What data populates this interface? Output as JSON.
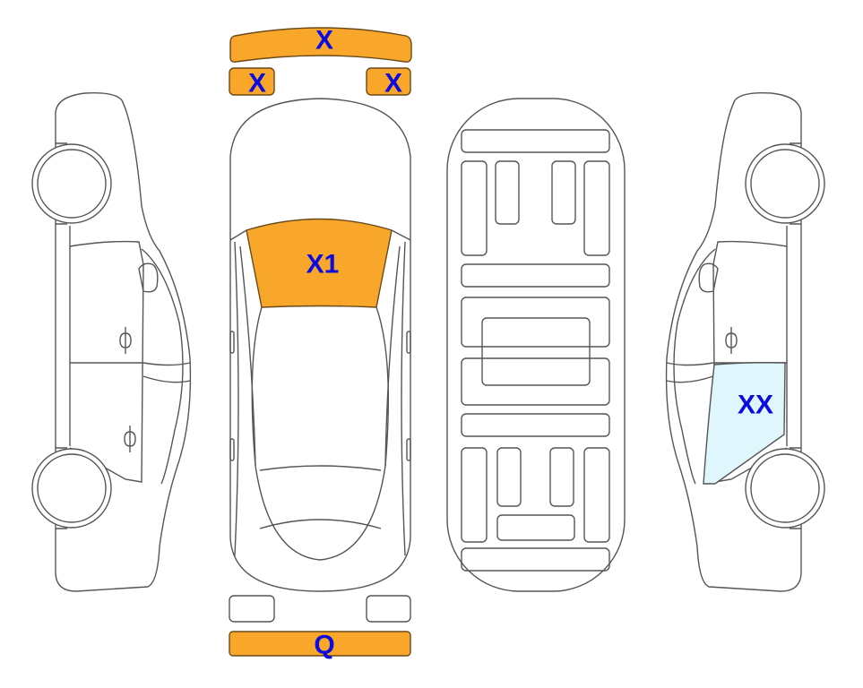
{
  "colors": {
    "damage_fill": "#F9A72B",
    "glass_fill": "#DFF6FD",
    "label_color": "#0B0BE0",
    "outline": "#555555"
  },
  "parts": {
    "front_bumper": {
      "label": "X",
      "state": "damaged"
    },
    "front_left_light": {
      "label": "X",
      "state": "damaged"
    },
    "front_right_light": {
      "label": "X",
      "state": "damaged"
    },
    "windshield": {
      "label": "X1",
      "state": "damaged"
    },
    "right_front_door_glass": {
      "label": "XX",
      "state": "selected"
    },
    "rear_bumper": {
      "label": "Q",
      "state": "damaged"
    }
  }
}
